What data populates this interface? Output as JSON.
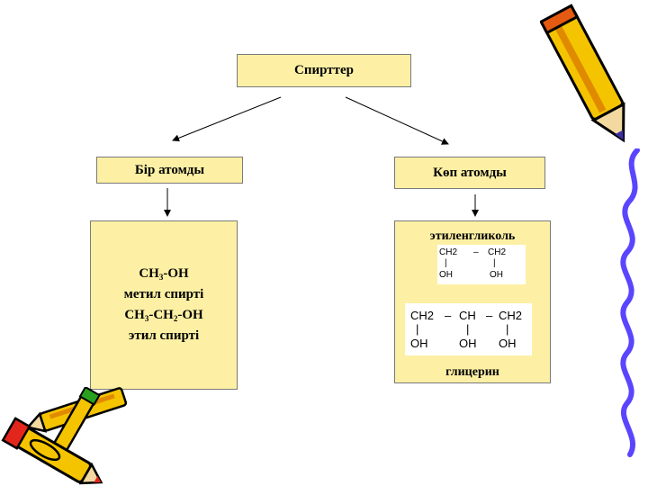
{
  "diagram": {
    "root": "Спирттер",
    "left_branch": "Бір атомды",
    "right_branch": "Көп атомды",
    "left_detail": {
      "line1_a": "CH",
      "line1_sub": "3",
      "line1_b": "-OH",
      "line2": "метил спирті",
      "line3_a": "CH",
      "line3_sub1": "3",
      "line3_b": "-CH",
      "line3_sub2": "2",
      "line3_c": "-OH",
      "line4": "этил спирті"
    },
    "right_detail": {
      "title_top": "этиленгликоль",
      "title_bottom": "глицерин",
      "ethylene_glycol": {
        "top_left": "CH2",
        "dash": "–",
        "top_right": "CH2",
        "bond_left": "|",
        "bond_right": "|",
        "bottom_left": "OH",
        "bottom_right": "OH"
      },
      "glycerol": {
        "c1": "CH2",
        "d1": "–",
        "c2": "CH",
        "d2": "–",
        "c3": "CH2",
        "b1": "|",
        "b2": "|",
        "b3": "|",
        "o1": "OH",
        "o2": "OH",
        "o3": "OH"
      }
    }
  },
  "colors": {
    "box_fill": "#fdf0a4",
    "border": "#7a7a7a",
    "pencil_body": "#f5c400",
    "squiggle": "#5a45ff"
  }
}
